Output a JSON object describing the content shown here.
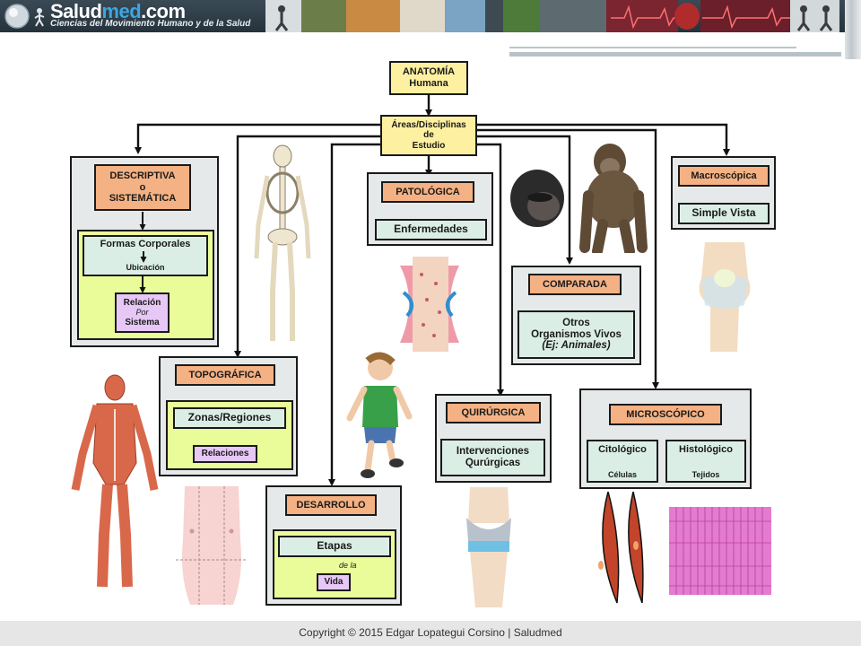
{
  "header": {
    "logo_prefix": "Salud",
    "logo_accent": "med",
    "logo_suffix": ".com",
    "tagline": "Ciencias del Movimiento Humano y de la Salud"
  },
  "footer": {
    "copyright": "Copyright © 2015 Edgar Lopategui Corsino | Saludmed"
  },
  "diagram": {
    "root": {
      "line1": "ANATOMÍA",
      "line2": "Humana"
    },
    "areas": {
      "line1": "Áreas/Disciplinas",
      "line2": "de",
      "line3": "Estudio"
    },
    "descriptiva": {
      "title_line1": "DESCRIPTIVA",
      "title_line2": "o",
      "title_line3": "SISTEMÁTICA",
      "formas": "Formas Corporales",
      "ubicacion": "Ubicación",
      "relacion": "Relación",
      "por": "Por",
      "sistema": "Sistema"
    },
    "patologica": {
      "title": "PATOLÓGICA",
      "child": "Enfermedades"
    },
    "macroscopica": {
      "title": "Macroscópica",
      "child": "Simple Vista"
    },
    "comparada": {
      "title": "COMPARADA",
      "line1": "Otros",
      "line2": "Organismos Vivos",
      "line3": "(Ej: Animales)"
    },
    "topografica": {
      "title": "TOPOGRÁFICA",
      "child": "Zonas/Regiones",
      "sub": "Relaciones"
    },
    "quirurgica": {
      "title": "QUIRÚRGICA",
      "line1": "Intervenciones",
      "line2": "Qurúrgicas"
    },
    "microscopico": {
      "title": "MICROSCÓPICO",
      "left": "Citológico",
      "left_sub": "Células",
      "right": "Histológico",
      "right_sub": "Tejidos"
    },
    "desarrollo": {
      "title": "DESARROLLO",
      "child": "Etapas",
      "de_la": "de la",
      "sub": "Vida"
    }
  },
  "colors": {
    "label_orange": "#f4b183",
    "root_yellow": "#fdf0a0",
    "panel_green": "#eafc9a",
    "box_teal": "#dbeee6",
    "box_violet": "#e6c7f5",
    "outer_gray": "#e6e9ea"
  },
  "icons": [
    "skeleton-illustration",
    "gorilla-head-illustration",
    "gorilla-illustration",
    "joint-illustration",
    "knee-illustration",
    "muscular-body-illustration",
    "child-running-illustration",
    "torso-regions-illustration",
    "knee-prosthesis-illustration",
    "smooth-muscle-cells-illustration",
    "skeletal-muscle-tissue-illustration"
  ]
}
